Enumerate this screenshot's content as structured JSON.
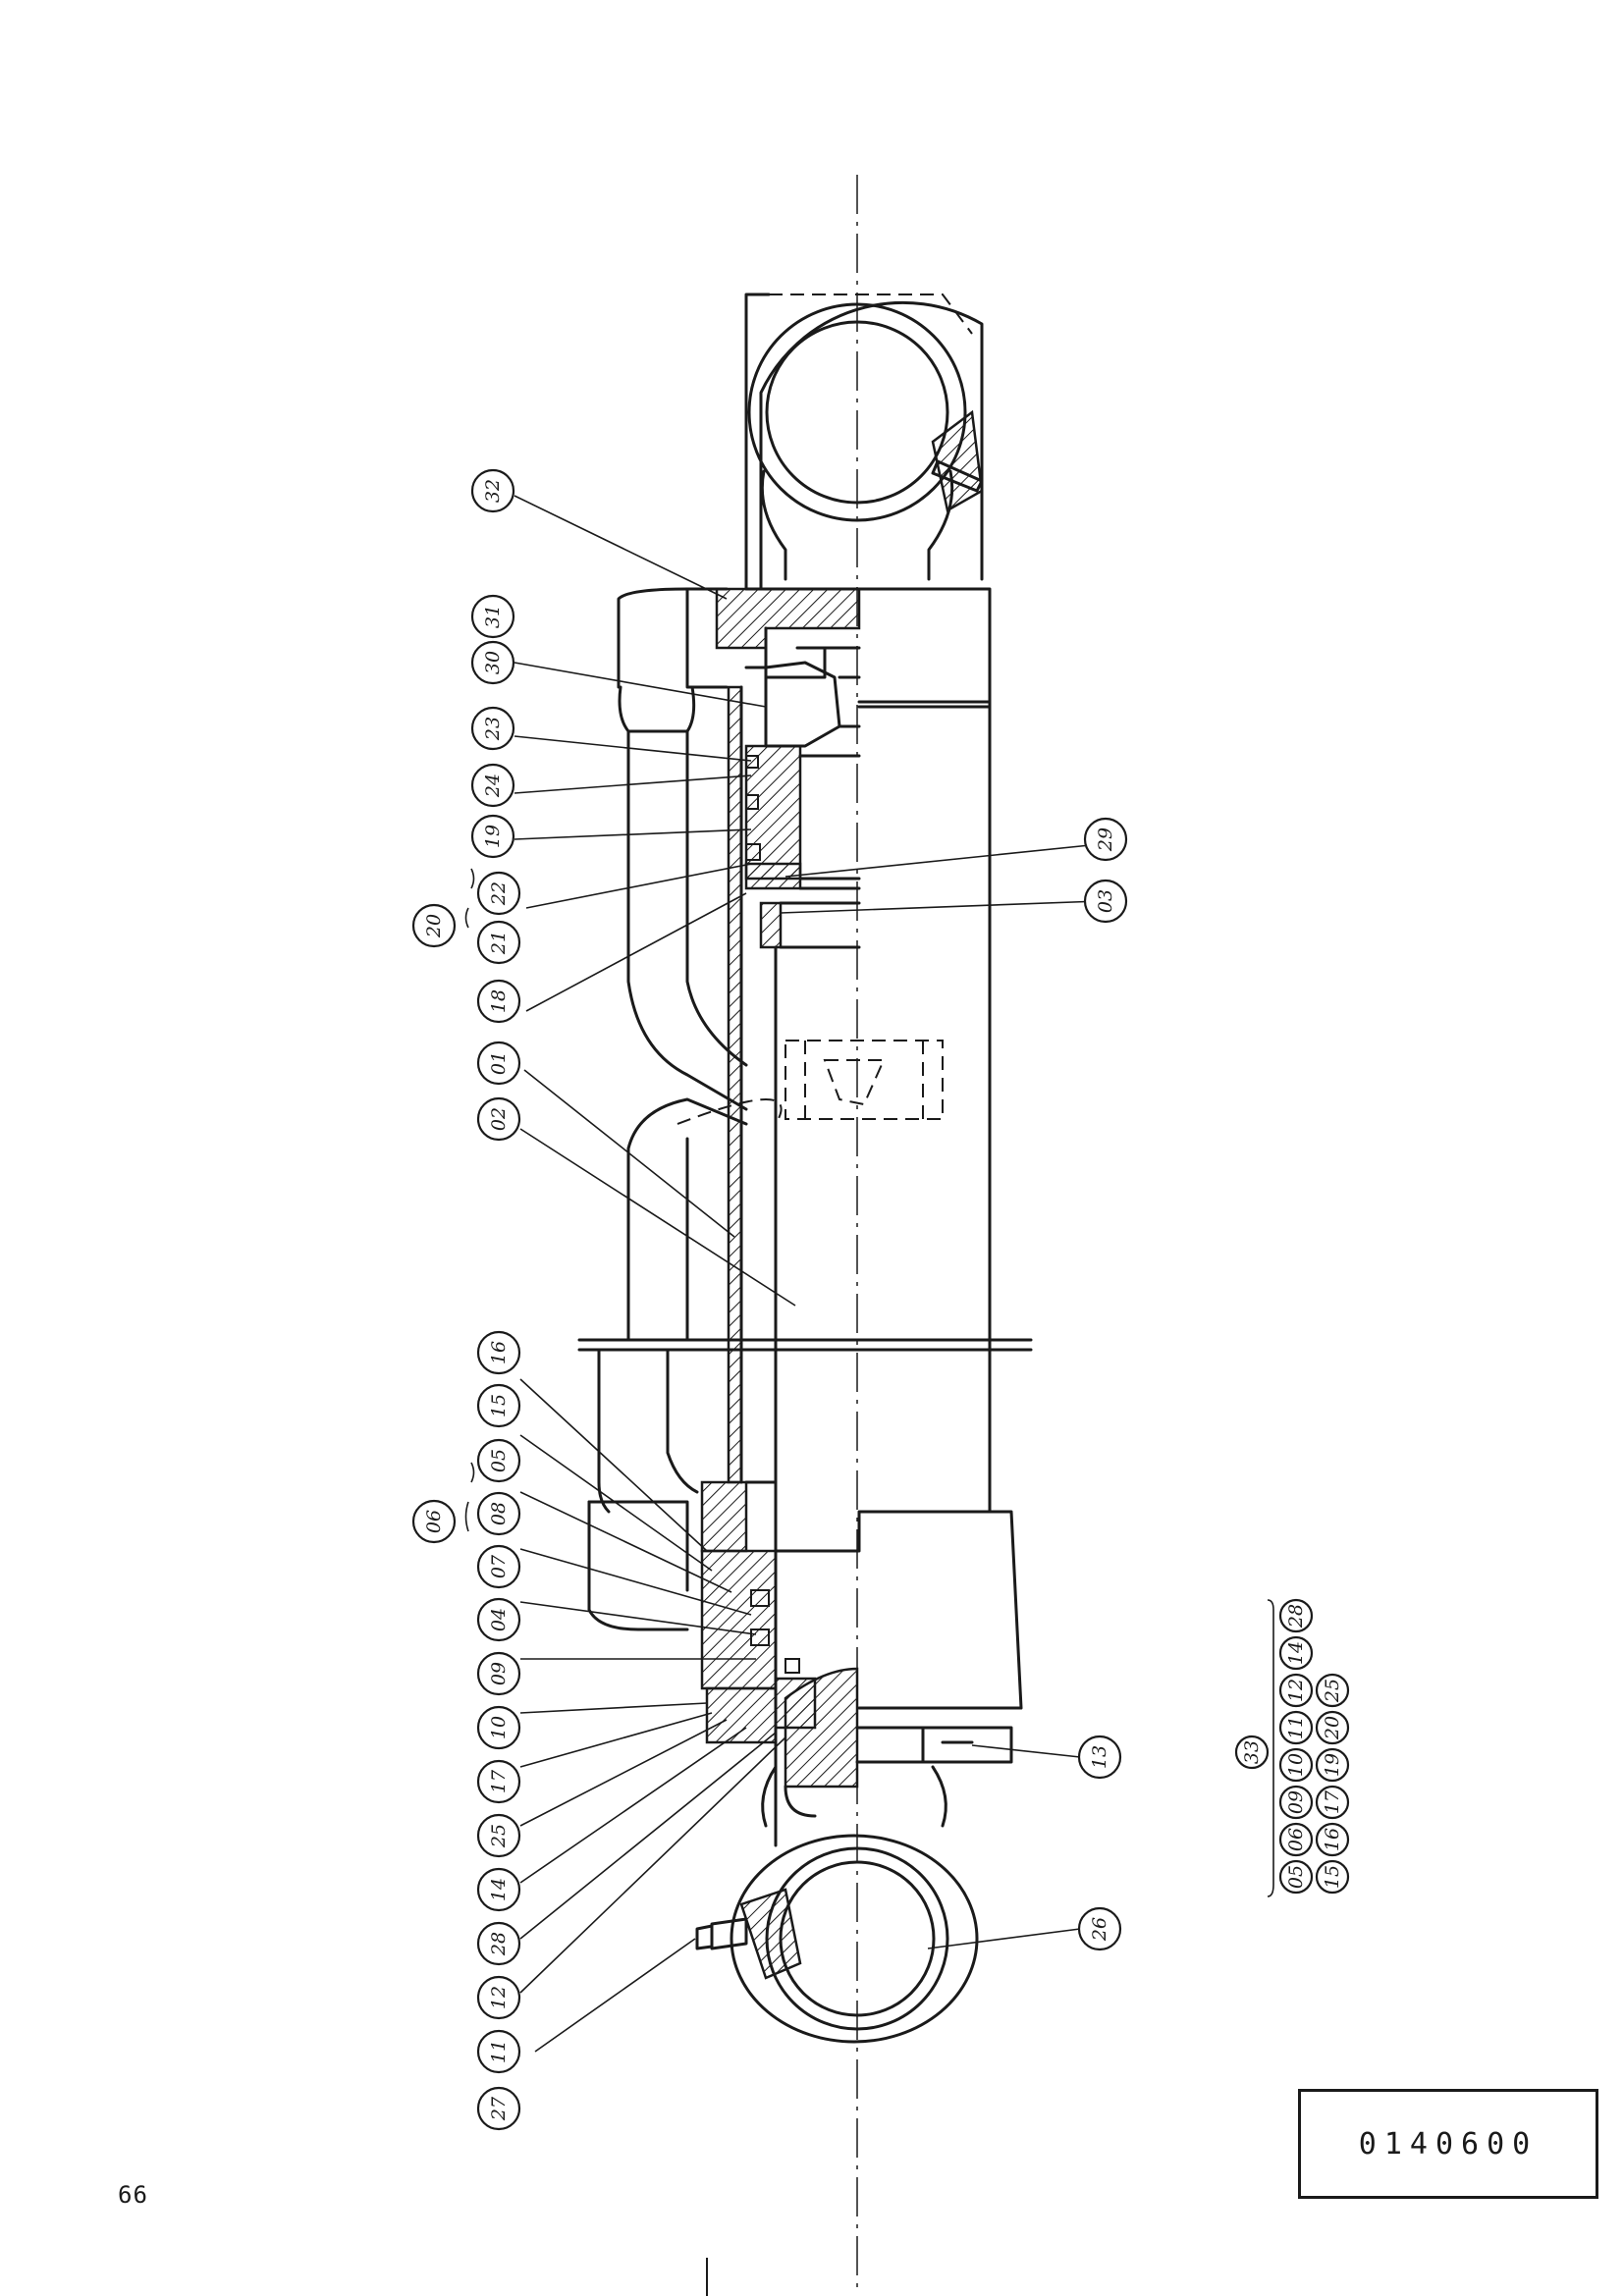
{
  "page_number": "66",
  "drawing_number": "0140600",
  "callouts": [
    {
      "id": "c32",
      "label": "32"
    },
    {
      "id": "c31",
      "label": "31"
    },
    {
      "id": "c30",
      "label": "30"
    },
    {
      "id": "c23",
      "label": "23"
    },
    {
      "id": "c24",
      "label": "24"
    },
    {
      "id": "c19",
      "label": "19"
    },
    {
      "id": "c22",
      "label": "22"
    },
    {
      "id": "c21",
      "label": "21"
    },
    {
      "id": "c20",
      "label": "20"
    },
    {
      "id": "c18",
      "label": "18"
    },
    {
      "id": "c01",
      "label": "01"
    },
    {
      "id": "c02",
      "label": "02"
    },
    {
      "id": "c29",
      "label": "29"
    },
    {
      "id": "c03",
      "label": "03"
    },
    {
      "id": "c16",
      "label": "16"
    },
    {
      "id": "c15",
      "label": "15"
    },
    {
      "id": "c05",
      "label": "05"
    },
    {
      "id": "c08",
      "label": "08"
    },
    {
      "id": "c07",
      "label": "07"
    },
    {
      "id": "c06",
      "label": "06"
    },
    {
      "id": "c04",
      "label": "04"
    },
    {
      "id": "c09",
      "label": "09"
    },
    {
      "id": "c10",
      "label": "10"
    },
    {
      "id": "c17",
      "label": "17"
    },
    {
      "id": "c25",
      "label": "25"
    },
    {
      "id": "c14",
      "label": "14"
    },
    {
      "id": "c28",
      "label": "28"
    },
    {
      "id": "c12",
      "label": "12"
    },
    {
      "id": "c11",
      "label": "11"
    },
    {
      "id": "c27",
      "label": "27"
    },
    {
      "id": "c13",
      "label": "13"
    },
    {
      "id": "c26",
      "label": "26"
    }
  ],
  "kit": {
    "label": "33",
    "row1": [
      "05",
      "06",
      "09",
      "10",
      "11",
      "12",
      "14",
      "28"
    ],
    "row2": [
      "15",
      "16",
      "17",
      "19",
      "20",
      "25"
    ]
  }
}
